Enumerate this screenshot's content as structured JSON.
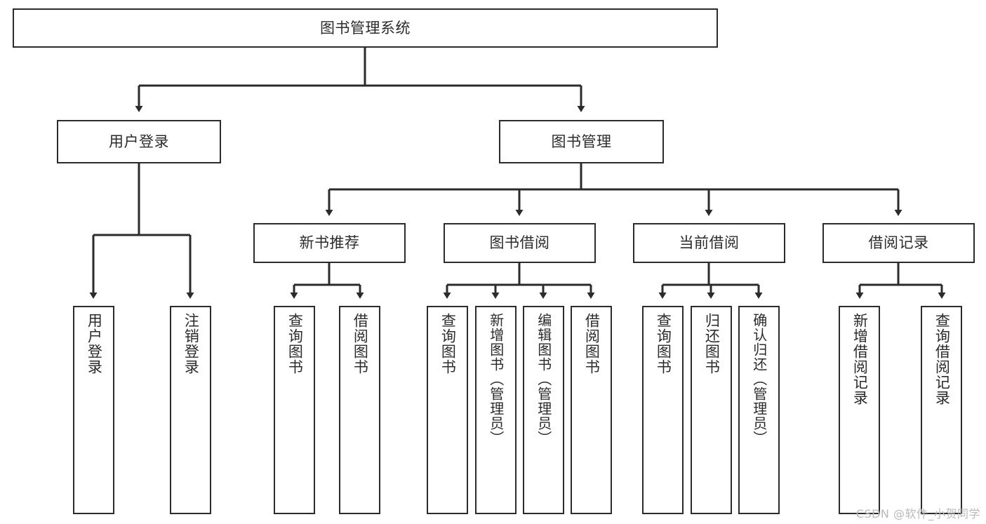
{
  "diagram": {
    "title": "图书管理系统",
    "type": "tree-hierarchy-diagram",
    "watermark": "CSDN @软件_小贺同学",
    "colors": {
      "box_border": "#2b2b2b",
      "box_fill": "#ffffff",
      "connector": "#2b2b2b",
      "text": "#2b2b2b",
      "watermark": "#b9b9b9",
      "background": "#ffffff"
    },
    "levels": {
      "root": {
        "label": "图书管理系统"
      },
      "level2": [
        {
          "label": "用户登录"
        },
        {
          "label": "图书管理"
        }
      ],
      "level3": [
        {
          "label": "新书推荐"
        },
        {
          "label": "图书借阅"
        },
        {
          "label": "当前借阅"
        },
        {
          "label": "借阅记录"
        }
      ],
      "leaves": {
        "user_login": [
          {
            "label": "用户登录"
          },
          {
            "label": "注销登录"
          }
        ],
        "new_book_recommend": [
          {
            "label": "查询图书"
          },
          {
            "label": "借阅图书"
          }
        ],
        "book_borrow": [
          {
            "label": "查询图书"
          },
          {
            "label": "新增图书（管理员）"
          },
          {
            "label": "编辑图书（管理员）"
          },
          {
            "label": "借阅图书"
          }
        ],
        "current_borrow": [
          {
            "label": "查询图书"
          },
          {
            "label": "归还图书"
          },
          {
            "label": "确认归还（管理员）"
          }
        ],
        "borrow_record": [
          {
            "label": "新增借阅记录"
          },
          {
            "label": "查询借阅记录"
          }
        ]
      }
    }
  }
}
